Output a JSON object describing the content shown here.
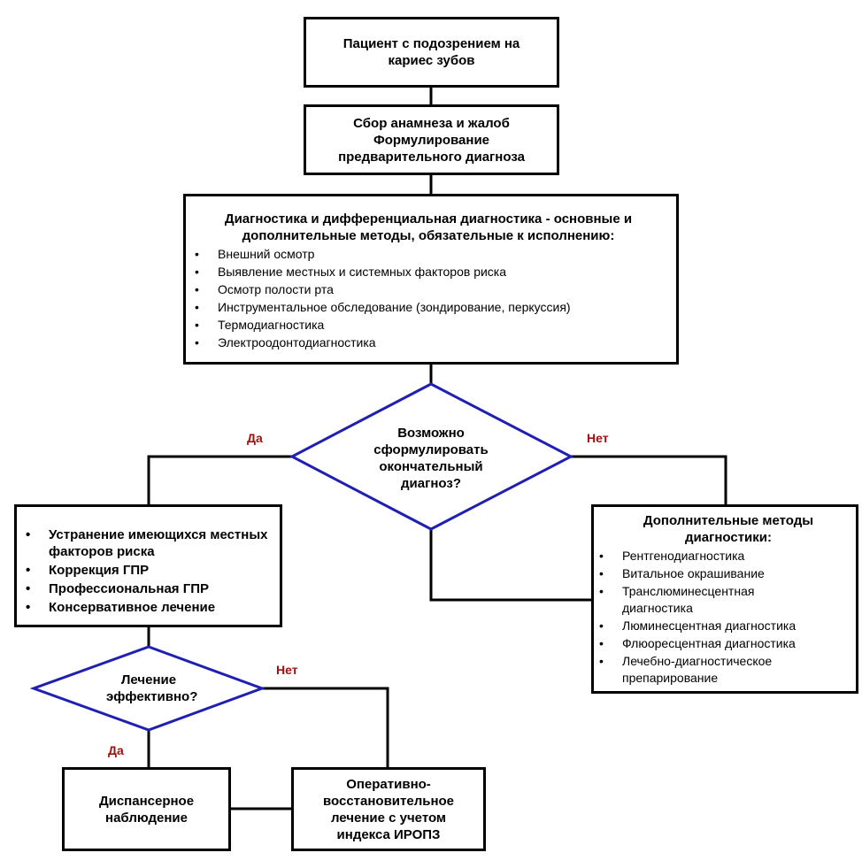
{
  "start": {
    "text": "Пациент с подозрением на кариес зубов"
  },
  "anamnesis": {
    "lines": [
      "Сбор анамнеза и жалоб",
      "Формулирование",
      "предварительного диагноза"
    ]
  },
  "diagnostics": {
    "title": "Диагностика и дифференциальная диагностика - основные и дополнительные методы, обязательные к исполнению:",
    "items": [
      "Внешний осмотр",
      "Выявление местных и системных факторов риска",
      "Осмотр полости рта",
      "Инструментальное обследование (зондирование, перкуссия)",
      "Термодиагностика",
      "Электроодонтодиагностика"
    ]
  },
  "decision_diagnosis": {
    "text": "Возможно сформулировать окончательный диагноз?",
    "yes": "Да",
    "no": "Нет"
  },
  "treatment": {
    "items": [
      "Устранение имеющихся местных факторов риска",
      "Коррекция ГПР",
      "Профессиональная ГПР",
      "Консервативное лечение"
    ]
  },
  "additional": {
    "title": "Дополнительные методы диагностики:",
    "items": [
      "Рентгенодиагностика",
      "Витальное окрашивание",
      "Транслюминесцентная диагностика",
      "Люминесцентная диагностика",
      "Флюоресцентная диагностика",
      "Лечебно-диагностическое препарирование"
    ]
  },
  "decision_effective": {
    "text": "Лечение эффективно?",
    "yes": "Да",
    "no": "Нет"
  },
  "dispensary": {
    "text": "Диспансерное наблюдение"
  },
  "surgery": {
    "text": "Оперативно-восстановительное лечение с учетом индекса ИРОПЗ"
  },
  "colors": {
    "box_border": "#000000",
    "diamond_border": "#1f1fb3",
    "label": "#a01010"
  }
}
